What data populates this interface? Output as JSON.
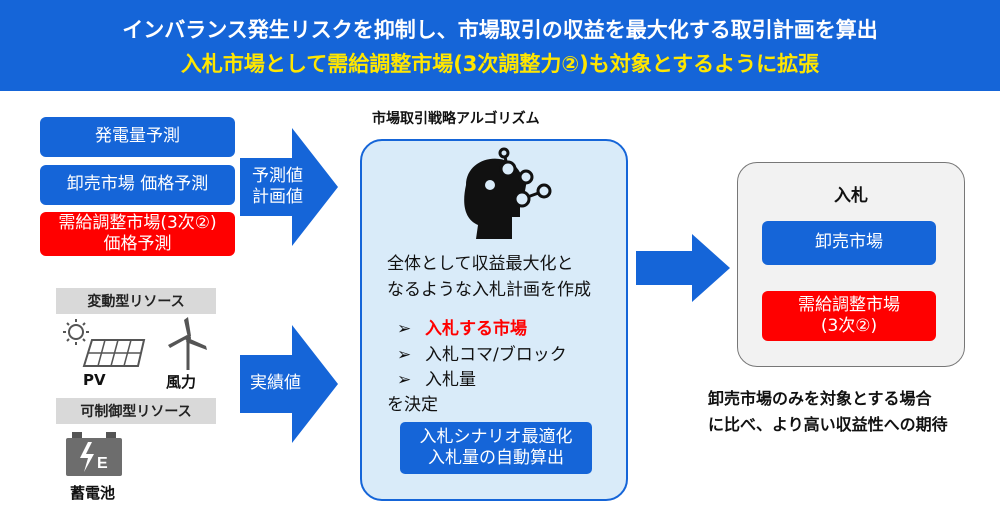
{
  "header": {
    "line1": "インバランス発生リスクを抑制し、市場取引の収益を最大化する取引計画を算出",
    "line2": "入札市場として需給調整市場(3次調整力②)も対象とするように拡張"
  },
  "inputs": {
    "forecast1": "発電量予測",
    "forecast2": "卸売市場 価格予測",
    "forecast3_line1": "需給調整市場(3次②)",
    "forecast3_line2": "価格予測"
  },
  "resources": {
    "variable_title": "変動型リソース",
    "pv": "PV",
    "wind": "風力",
    "controllable_title": "可制御型リソース",
    "battery": "蓄電池",
    "battery_letter": "E"
  },
  "arrows": {
    "forecast_line1": "予測値",
    "forecast_line2": "計画値",
    "actual": "実績値"
  },
  "algorithm": {
    "title": "市場取引戦略アルゴリズム",
    "desc_line1": "全体として収益最大化と",
    "desc_line2": "なるような入札計画を作成",
    "bullet_marker": "➢",
    "bullets": [
      "入札する市場",
      "入札コマ/ブロック",
      "入札量"
    ],
    "decide": "を決定",
    "button_line1": "入札シナリオ最適化",
    "button_line2": "入札量の自動算出"
  },
  "bid": {
    "title": "入札",
    "wholesale": "卸売市場",
    "balancing_line1": "需給調整市場",
    "balancing_line2": "(3次②)"
  },
  "note": {
    "line1": "卸売市場のみを対象とする場合",
    "line2": "に比べ、より高い収益性への期待"
  },
  "colors": {
    "blue": "#1565d8",
    "red": "#ff0000",
    "yellow": "#ffe600",
    "panel": "#d9ebf9"
  }
}
